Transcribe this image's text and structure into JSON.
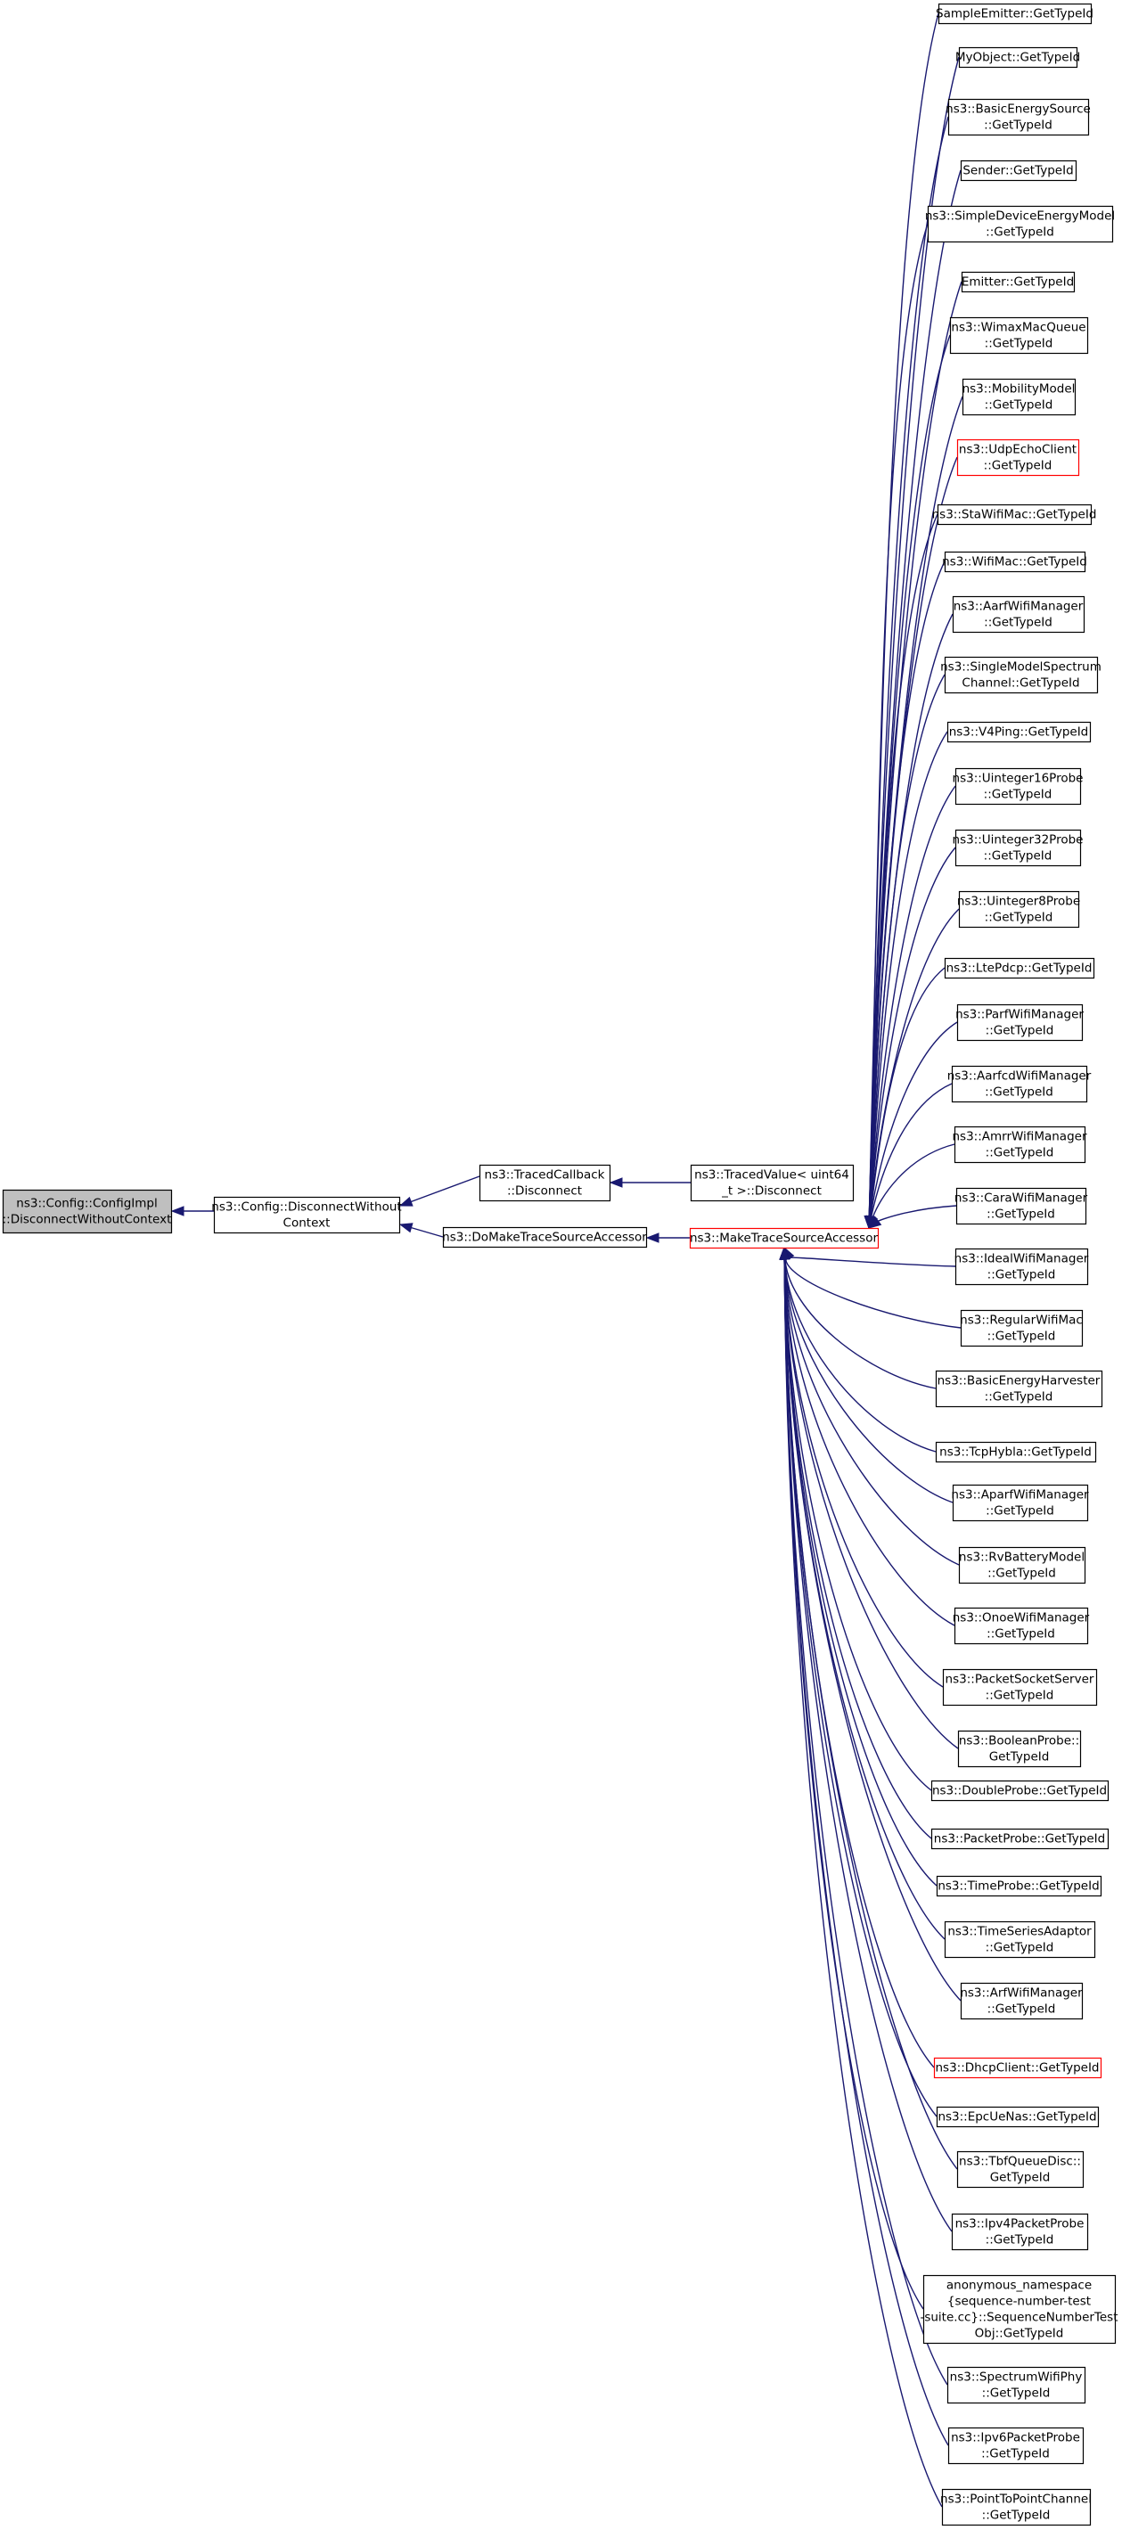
{
  "colors": {
    "edge": "#191970",
    "node_border": "#000000",
    "node_border_highlight": "#ff0000",
    "node_fill": "#ffffff",
    "focus_fill": "#bfbfbf"
  },
  "diagram": {
    "focus": {
      "lines": [
        "ns3::Config::ConfigImpl",
        "::DisconnectWithoutContext"
      ]
    },
    "disconnect_without_context": {
      "lines": [
        "ns3::Config::DisconnectWithout",
        "Context"
      ]
    },
    "traced_callback_disconnect": {
      "lines": [
        "ns3::TracedCallback",
        "::Disconnect"
      ]
    },
    "traced_value_disconnect": {
      "lines": [
        "ns3::TracedValue< uint64",
        "_t >::Disconnect"
      ]
    },
    "do_make_trace_source_accessor": {
      "lines": [
        "ns3::DoMakeTraceSourceAccessor"
      ]
    },
    "make_trace_source_accessor": {
      "lines": [
        "ns3::MakeTraceSourceAccessor"
      ],
      "highlight": true
    },
    "get_type_id_callers": [
      {
        "lines": [
          "SampleEmitter::GetTypeId"
        ]
      },
      {
        "lines": [
          "MyObject::GetTypeId"
        ]
      },
      {
        "lines": [
          "ns3::BasicEnergySource",
          "::GetTypeId"
        ]
      },
      {
        "lines": [
          "Sender::GetTypeId"
        ]
      },
      {
        "lines": [
          "ns3::SimpleDeviceEnergyModel",
          "::GetTypeId"
        ]
      },
      {
        "lines": [
          "Emitter::GetTypeId"
        ]
      },
      {
        "lines": [
          "ns3::WimaxMacQueue",
          "::GetTypeId"
        ]
      },
      {
        "lines": [
          "ns3::MobilityModel",
          "::GetTypeId"
        ]
      },
      {
        "lines": [
          "ns3::UdpEchoClient",
          "::GetTypeId"
        ],
        "highlight": true
      },
      {
        "lines": [
          "ns3::StaWifiMac::GetTypeId"
        ]
      },
      {
        "lines": [
          "ns3::WifiMac::GetTypeId"
        ]
      },
      {
        "lines": [
          "ns3::AarfWifiManager",
          "::GetTypeId"
        ]
      },
      {
        "lines": [
          "ns3::SingleModelSpectrum",
          "Channel::GetTypeId"
        ]
      },
      {
        "lines": [
          "ns3::V4Ping::GetTypeId"
        ]
      },
      {
        "lines": [
          "ns3::Uinteger16Probe",
          "::GetTypeId"
        ]
      },
      {
        "lines": [
          "ns3::Uinteger32Probe",
          "::GetTypeId"
        ]
      },
      {
        "lines": [
          "ns3::Uinteger8Probe",
          "::GetTypeId"
        ]
      },
      {
        "lines": [
          "ns3::LtePdcp::GetTypeId"
        ]
      },
      {
        "lines": [
          "ns3::ParfWifiManager",
          "::GetTypeId"
        ]
      },
      {
        "lines": [
          "ns3::AarfcdWifiManager",
          "::GetTypeId"
        ]
      },
      {
        "lines": [
          "ns3::AmrrWifiManager",
          "::GetTypeId"
        ]
      },
      {
        "lines": [
          "ns3::CaraWifiManager",
          "::GetTypeId"
        ]
      },
      {
        "lines": [
          "ns3::IdealWifiManager",
          "::GetTypeId"
        ]
      },
      {
        "lines": [
          "ns3::RegularWifiMac",
          "::GetTypeId"
        ]
      },
      {
        "lines": [
          "ns3::BasicEnergyHarvester",
          "::GetTypeId"
        ]
      },
      {
        "lines": [
          "ns3::TcpHybla::GetTypeId"
        ]
      },
      {
        "lines": [
          "ns3::AparfWifiManager",
          "::GetTypeId"
        ]
      },
      {
        "lines": [
          "ns3::RvBatteryModel",
          "::GetTypeId"
        ]
      },
      {
        "lines": [
          "ns3::OnoeWifiManager",
          "::GetTypeId"
        ]
      },
      {
        "lines": [
          "ns3::PacketSocketServer",
          "::GetTypeId"
        ]
      },
      {
        "lines": [
          "ns3::BooleanProbe::",
          "GetTypeId"
        ]
      },
      {
        "lines": [
          "ns3::DoubleProbe::GetTypeId"
        ]
      },
      {
        "lines": [
          "ns3::PacketProbe::GetTypeId"
        ]
      },
      {
        "lines": [
          "ns3::TimeProbe::GetTypeId"
        ]
      },
      {
        "lines": [
          "ns3::TimeSeriesAdaptor",
          "::GetTypeId"
        ]
      },
      {
        "lines": [
          "ns3::ArfWifiManager",
          "::GetTypeId"
        ]
      },
      {
        "lines": [
          "ns3::DhcpClient::GetTypeId"
        ],
        "highlight": true
      },
      {
        "lines": [
          "ns3::EpcUeNas::GetTypeId"
        ]
      },
      {
        "lines": [
          "ns3::TbfQueueDisc::",
          "GetTypeId"
        ]
      },
      {
        "lines": [
          "ns3::Ipv4PacketProbe",
          "::GetTypeId"
        ]
      },
      {
        "lines": [
          "anonymous_namespace",
          "{sequence-number-test",
          "-suite.cc}::SequenceNumberTest",
          "Obj::GetTypeId"
        ]
      },
      {
        "lines": [
          "ns3::SpectrumWifiPhy",
          "::GetTypeId"
        ]
      },
      {
        "lines": [
          "ns3::Ipv6PacketProbe",
          "::GetTypeId"
        ]
      },
      {
        "lines": [
          "ns3::PointToPointChannel",
          "::GetTypeId"
        ]
      }
    ]
  }
}
